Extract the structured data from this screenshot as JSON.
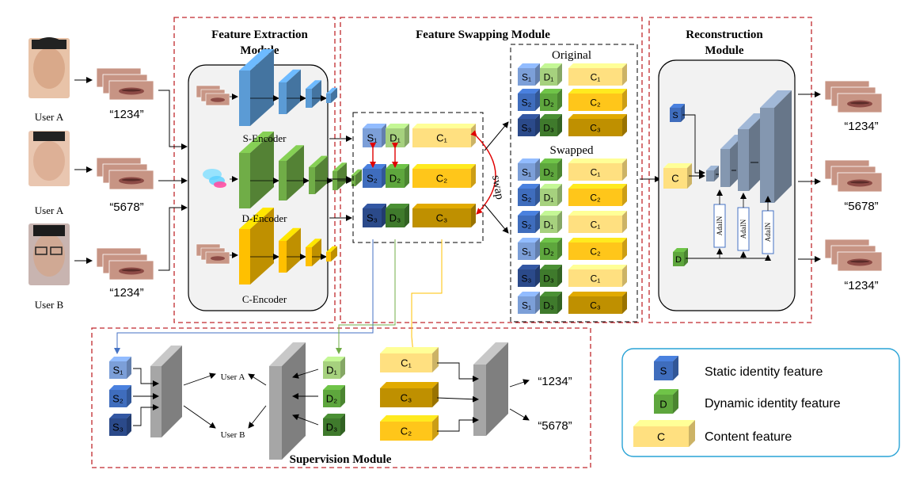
{
  "modules": {
    "extraction": "Feature Extraction Module",
    "swapping": "Feature Swapping Module",
    "reconstruction": "Reconstruction Module",
    "supervision": "Supervision Module"
  },
  "inputs": [
    {
      "user": "User A",
      "phrase": "“1234”"
    },
    {
      "user": "User A",
      "phrase": "“5678”"
    },
    {
      "user": "User B",
      "phrase": "“1234”"
    }
  ],
  "encoders": {
    "s": "S-Encoder",
    "d": "D-Encoder",
    "c": "C-Encoder"
  },
  "swap": {
    "label": "swap",
    "original": "Original",
    "swapped": "Swapped",
    "center_rows": [
      [
        "S1",
        "D1",
        "C1"
      ],
      [
        "S2",
        "D2",
        "C2"
      ],
      [
        "S3",
        "D3",
        "C3"
      ]
    ],
    "original_rows": [
      [
        "S1",
        "D1",
        "C1"
      ],
      [
        "S2",
        "D2",
        "C2"
      ],
      [
        "S3",
        "D3",
        "C3"
      ]
    ],
    "swapped_rows": [
      [
        "S1",
        "D2",
        "C1"
      ],
      [
        "S2",
        "D1",
        "C2"
      ],
      [
        "S2",
        "D1",
        "C1"
      ],
      [
        "S1",
        "D2",
        "C2"
      ],
      [
        "S3",
        "D3",
        "C1"
      ],
      [
        "S1",
        "D3",
        "C3"
      ]
    ]
  },
  "reconstruction": {
    "s_label": "S",
    "c_label": "C",
    "d_label": "D",
    "adain": "AdaIN",
    "outputs": [
      "“1234”",
      "“5678”",
      "“1234”"
    ]
  },
  "supervision": {
    "s_cubes": [
      "S1",
      "S2",
      "S3"
    ],
    "d_cubes": [
      "D1",
      "D2",
      "D3"
    ],
    "c_bars": [
      "C1",
      "C3",
      "C2"
    ],
    "user_a": "User A",
    "user_b": "User B",
    "out_1": "“1234”",
    "out_2": "“5678”"
  },
  "legend": [
    {
      "label": "S",
      "text": "Static identity feature"
    },
    {
      "label": "D",
      "text": "Dynamic identity feature"
    },
    {
      "label": "C",
      "text": "Content feature"
    }
  ],
  "colors": {
    "s1": "#7c9fd8",
    "s2": "#3f6dbd",
    "s3": "#2b4a8a",
    "d1": "#a6d17e",
    "d2": "#5ea63d",
    "d3": "#3f7a2c",
    "c1": "#ffe080",
    "c2": "#ffc61a",
    "c3": "#bf9000",
    "frame_red": "#c0282d",
    "blue_line": "#4472c4",
    "green_line": "#70ad47",
    "orange_line": "#ffc000"
  }
}
